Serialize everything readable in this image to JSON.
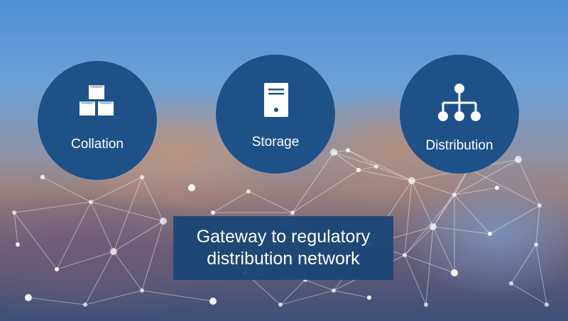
{
  "nodes": [
    {
      "label": "Collation",
      "icon": "cubes-icon"
    },
    {
      "label": "Storage",
      "icon": "server-icon"
    },
    {
      "label": "Distribution",
      "icon": "hierarchy-icon"
    }
  ],
  "banner": {
    "line1": "Gateway to regulatory",
    "line2": "distribution network"
  },
  "colors": {
    "circle": "#1e5187",
    "banner": "#194676",
    "text": "#ffffff"
  }
}
